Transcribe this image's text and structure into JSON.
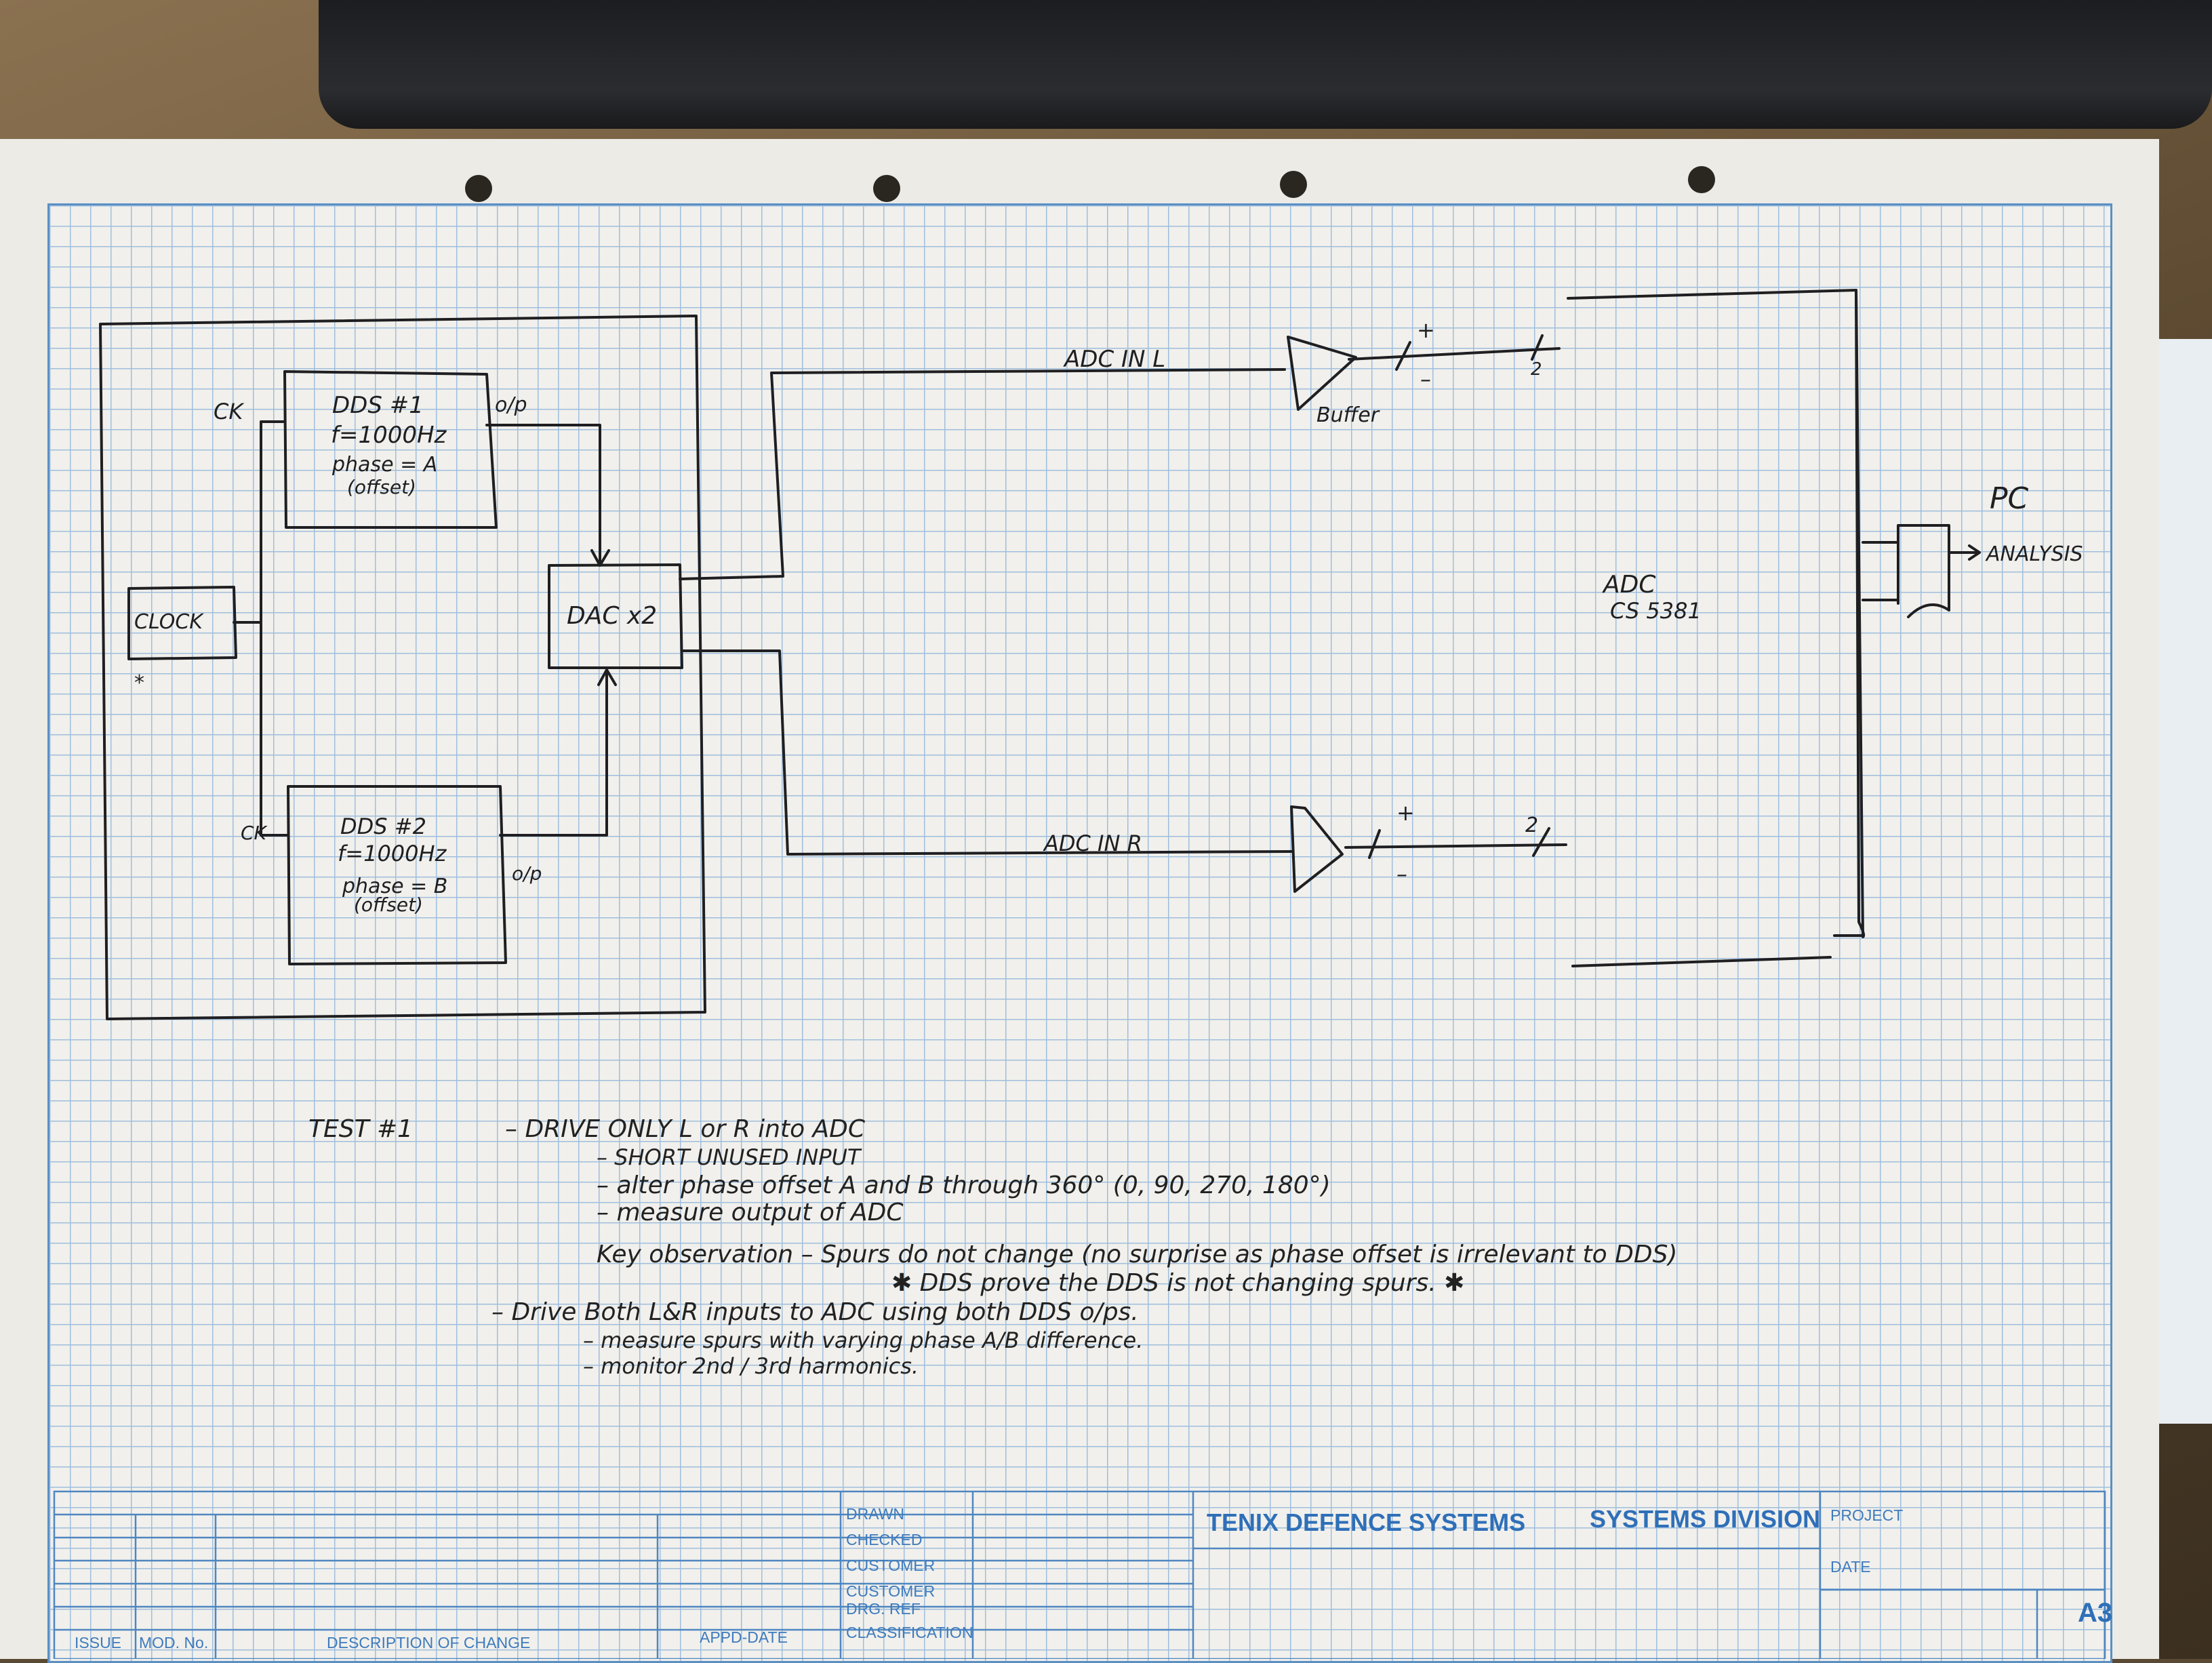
{
  "diagram": {
    "blocks": {
      "dds1": {
        "title": "DDS #1",
        "line1": "f=1000Hz",
        "line2": "phase = A",
        "line3": "(offset)"
      },
      "dds2": {
        "title": "DDS #2",
        "line1": "f=1000Hz",
        "line2": "phase = B",
        "line3": "(offset)"
      },
      "clock": {
        "label": "CLOCK",
        "mark": "*"
      },
      "dac": {
        "label": "DAC x2"
      },
      "adc": {
        "line1": "ADC",
        "line2": "CS 5381"
      },
      "pc": {
        "label": "PC",
        "arrow_label": "ANALYSIS"
      }
    },
    "labels": {
      "ck_top": "CK",
      "ck_bottom": "CK",
      "op_top": "o/p",
      "op_bottom": "o/p",
      "adc_in_l": "ADC IN L",
      "adc_in_r": "ADC IN R",
      "buffer": "Buffer",
      "plus_top": "+",
      "minus_top": "–",
      "plus_bottom": "+",
      "minus_bottom": "–",
      "bus_top": "2",
      "bus_bottom": "2"
    }
  },
  "notes": {
    "test_label": "TEST #1",
    "lines": [
      "–  DRIVE ONLY L or R into ADC",
      "– SHORT UNUSED INPUT",
      "– alter phase offset A and B through 360° (0, 90, 270, 180°)",
      "– measure output of ADC",
      "Key observation  –  Spurs do not change  (no surprise as phase offset is irrelevant to DDS)",
      "✱ DDS prove the DDS is not changing spurs. ✱",
      "–  Drive Both L&R inputs to ADC using both DDS o/ps.",
      "– measure spurs with varying phase A/B difference.",
      "– monitor 2nd / 3rd harmonics."
    ]
  },
  "title_block": {
    "drawn": "DRAWN",
    "checked": "CHECKED",
    "customer": "CUSTOMER",
    "customer_drg_ref_1": "CUSTOMER",
    "customer_drg_ref_2": "DRG. REF",
    "classification": "CLASSIFICATION",
    "company": "TENIX DEFENCE SYSTEMS",
    "division": "SYSTEMS DIVISION",
    "project": "PROJECT",
    "date": "DATE",
    "size": "A3",
    "issue": "ISSUE",
    "mod_no": "MOD. No.",
    "description": "DESCRIPTION OF CHANGE",
    "appd_date": "APPD-DATE"
  },
  "colors": {
    "ink": "#1f1f22",
    "grid_line": "#9fbedd",
    "title_block_blue": "#2f6fb8"
  }
}
